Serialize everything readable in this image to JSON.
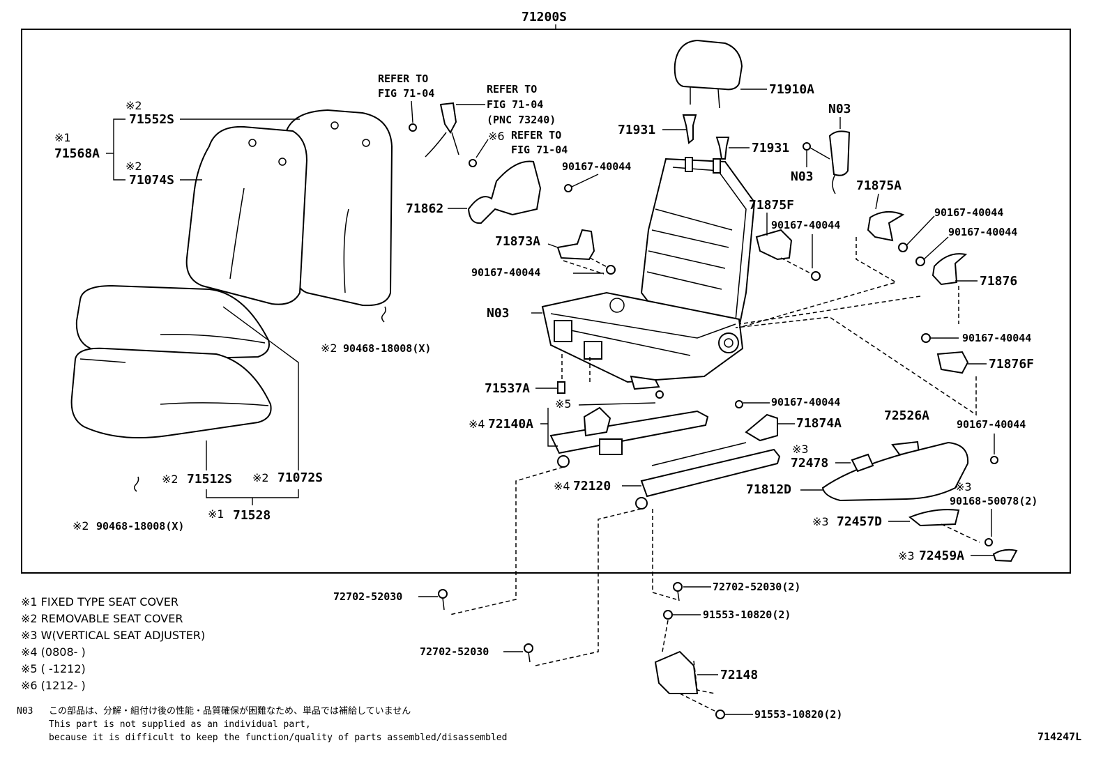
{
  "diagram": {
    "assembly_number": "71200S",
    "figure_code": "714247L",
    "parts": {
      "p71552S": "71552S",
      "p71552S_mark": "※2",
      "p71568A": "71568A",
      "p71568A_mark": "※1",
      "p71074S": "71074S",
      "p71074S_mark": "※2",
      "p71512S": "71512S",
      "p71512S_mark": "※2",
      "p71072S": "71072S",
      "p71072S_mark": "※2",
      "p71528": "71528",
      "p71528_mark": "※1",
      "p90468_a": "90468-18008(X)",
      "p90468_a_mark": "※2",
      "p90468_b": "90468-18008(X)",
      "p90468_b_mark": "※2",
      "refer1_l1": "REFER TO",
      "refer1_l2": "FIG 71-04",
      "refer2_l1": "REFER TO",
      "refer2_l2": "FIG 71-04",
      "refer2_l3": "(PNC 73240)",
      "refer3_l1": "REFER TO",
      "refer3_l2": "FIG 71-04",
      "refer3_mark": "※6",
      "p71862": "71862",
      "p90167_a": "90167-40044",
      "p71873A": "71873A",
      "p90167_b": "90167-40044",
      "pN03_frame": "N03",
      "p71537A": "71537A",
      "p72140A": "72140A",
      "p72140A_mark": "※4",
      "p5_mark": "※5",
      "p72120": "72120",
      "p72120_mark": "※4",
      "p71910A": "71910A",
      "p71931_a": "71931",
      "p71931_b": "71931",
      "pN03_top": "N03",
      "pN03_mid": "N03",
      "p71875A": "71875A",
      "p71875F": "71875F",
      "p90167_c": "90167-40044",
      "p90167_d": "90167-40044",
      "p90167_e": "90167-40044",
      "p71876": "71876",
      "p90167_f": "90167-40044",
      "p71876F": "71876F",
      "p90167_g": "90167-40044",
      "p71874A": "71874A",
      "p72526A": "72526A",
      "p90167_h": "90167-40044",
      "p72478": "72478",
      "p72478_mark": "※3",
      "p71812D": "71812D",
      "p90168": "90168-50078(2)",
      "p90168_mark": "※3",
      "p72457D": "72457D",
      "p72457D_mark": "※3",
      "p72459A": "72459A",
      "p72459A_mark": "※3",
      "p72702_a": "72702-52030",
      "p72702_b": "72702-52030",
      "p72702_c": "72702-52030(2)",
      "p91553_a": "91553-10820(2)",
      "p72148": "72148",
      "p91553_b": "91553-10820(2)"
    },
    "legend": [
      "※1 FIXED TYPE SEAT COVER",
      "※2 REMOVABLE SEAT COVER",
      "※3 W(VERTICAL SEAT ADJUSTER)",
      "※4 (0808-      )",
      "※5 (      -1212)",
      "※6 (1212-      )"
    ],
    "note": {
      "code": "N03",
      "line_jp": "この部品は、分解・組付け後の性能・品質確保が困難なため、単品では補給していません",
      "line_en1": "This part is not supplied as an individual part,",
      "line_en2": "because it is difficult to keep the function/quality of parts assembled/disassembled"
    }
  }
}
